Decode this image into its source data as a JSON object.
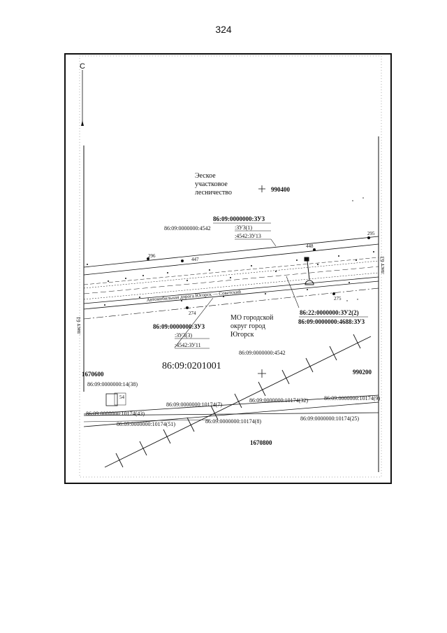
{
  "page": {
    "number": "324"
  },
  "map": {
    "north_label": "С",
    "sheet_left": "лист 61",
    "sheet_right": "лист 63",
    "forestry": "Эеское участковое лесничество",
    "forestry_lines": [
      "Эеское",
      "участковое",
      "лесничество"
    ],
    "municipality_lines": [
      "МО городской",
      "округ город",
      "Югорск"
    ],
    "quarter": "86:09:0201001",
    "coords": {
      "x_top": "990400",
      "x_right": "990200",
      "y_left": "1670600",
      "y_bottom": "1670800"
    },
    "parcels": {
      "p3_main": "86:09:0000000:ЗУ3",
      "p3_1": ":ЗУ3(1)",
      "p3_4542_13": ":4542:ЗУ13",
      "p4542": "86:09:0000000:4542",
      "p4542_lower": "86:09:0000000:4542",
      "p2_2": "86:22:0000000:ЗУ2(2)",
      "p4688": "86:09:0000000:4688:ЗУ3",
      "p3_main_b": "86:09:0000000:ЗУ3",
      "p3_3": ":ЗУ3(3)",
      "p4542_11": ":4542:ЗУ11",
      "p14_38": "86:09:0000000:14(38)",
      "p10174_7": "86:09:0000000:10174(7)",
      "p10174_32": "86:09:0000000:10174(32)",
      "p10174_9": "86:09:0000000:10174(9)",
      "p10174_43": "86:09:0000000:10174(43)",
      "p10174_51": "86:09:0000000:10174(51)",
      "p10174_8": "86:09:0000000:10174(8)",
      "p10174_25": "86:09:0000000:10174(25)",
      "box_54": "54"
    },
    "points": {
      "pt296": "296",
      "pt447": "447",
      "pt448": "448",
      "pt295": "295",
      "pt274": "274",
      "pt275": "275"
    },
    "road_caption": "Автомобильная дорога Югорск — Советский"
  }
}
